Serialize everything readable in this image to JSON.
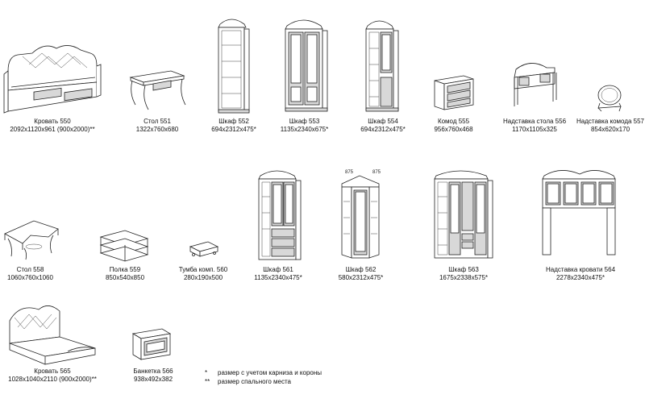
{
  "items": [
    {
      "name": "Кровать 550",
      "size": "2092x1120x961 (900x2000)**"
    },
    {
      "name": "Стол 551",
      "size": "1322x760x680"
    },
    {
      "name": "Шкаф 552",
      "size": "694x2312x475*"
    },
    {
      "name": "Шкаф 553",
      "size": "1135x2340x675*"
    },
    {
      "name": "Шкаф 554",
      "size": "694x2312x475*"
    },
    {
      "name": "Комод 555",
      "size": "956x760x468"
    },
    {
      "name": "Надставка стола 556",
      "size": "1170x1105x325"
    },
    {
      "name": "Надставка комода 557",
      "size": "854x620x170"
    },
    {
      "name": "Стол 558",
      "size": "1060x760x1060"
    },
    {
      "name": "Полка 559",
      "size": "850x540x850"
    },
    {
      "name": "Тумба комп. 560",
      "size": "280x190x500"
    },
    {
      "name": "Шкаф 561",
      "size": "1135x2340x475*"
    },
    {
      "name": "Шкаф 562",
      "size": "580x2312x475*"
    },
    {
      "name": "Шкаф 563",
      "size": "1675x2338x575*"
    },
    {
      "name": "Надставка кровати 564",
      "size": "2278x2340x475*"
    },
    {
      "name": "Кровать 565",
      "size": "1028x1040x2110 (900x2000)**"
    },
    {
      "name": "Банкетка 566",
      "size": "938x492x382"
    }
  ],
  "corner_dims": {
    "left": "875",
    "right": "875"
  },
  "legend": [
    {
      "mark": "*",
      "text": "размер с учетом карниза и короны"
    },
    {
      "mark": "**",
      "text": "размер спального места"
    }
  ]
}
